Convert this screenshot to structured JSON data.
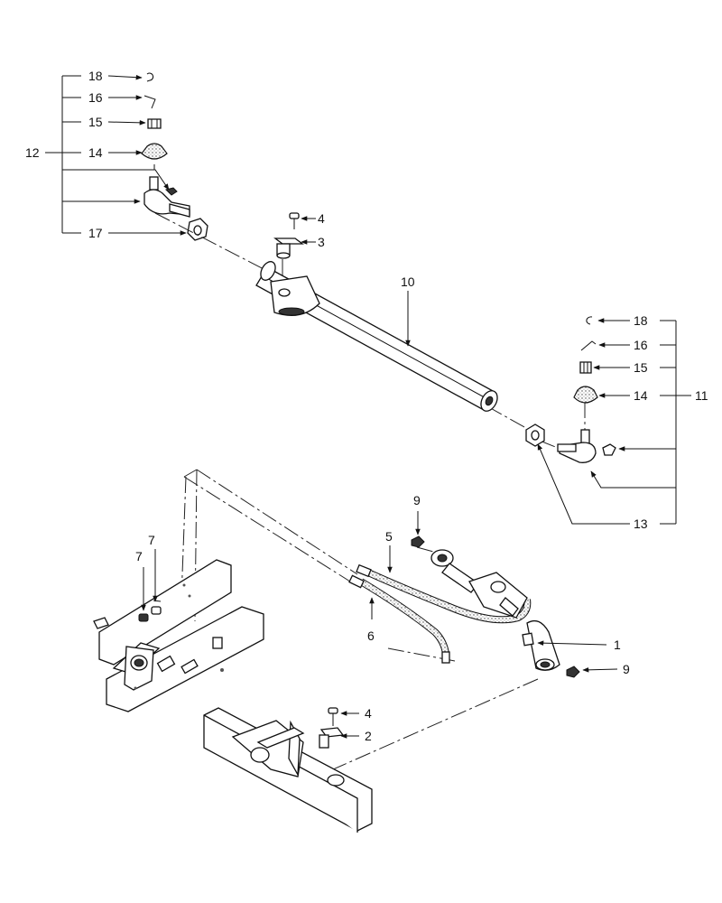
{
  "callouts": {
    "c18a": "18",
    "c16a": "16",
    "c15a": "15",
    "c14a": "14",
    "c12": "12",
    "c17": "17",
    "c4a": "4",
    "c3": "3",
    "c10": "10",
    "c18b": "18",
    "c16b": "16",
    "c15b": "15",
    "c14b": "14",
    "c11": "11",
    "c13": "13",
    "c9a": "9",
    "c5": "5",
    "c7a": "7",
    "c7b": "7",
    "c6": "6",
    "c1": "1",
    "c9b": "9",
    "c4b": "4",
    "c2": "2"
  }
}
